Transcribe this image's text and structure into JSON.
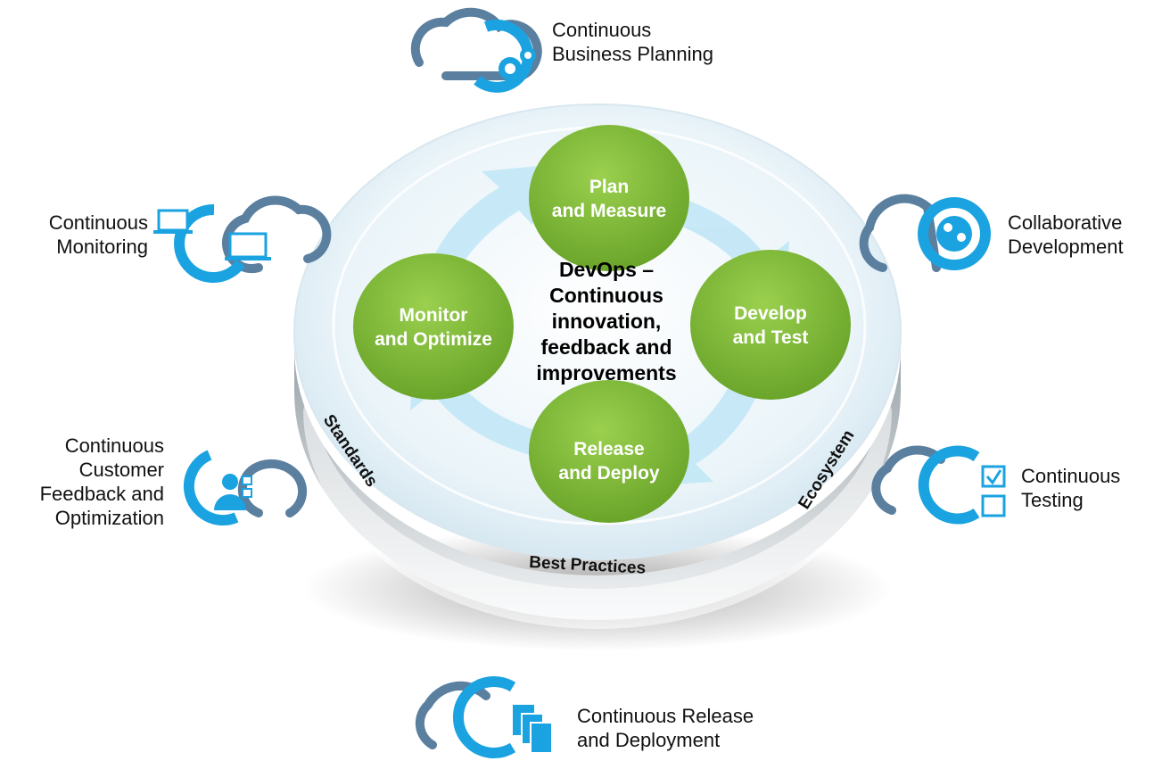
{
  "center": {
    "lines": [
      "DevOps –",
      "Continuous",
      "innovation,",
      "feedback and",
      "improvements"
    ]
  },
  "phases": {
    "plan": [
      "Plan",
      "and Measure"
    ],
    "develop": [
      "Develop",
      "and Test"
    ],
    "release": [
      "Release",
      "and Deploy"
    ],
    "monitor": [
      "Monitor",
      "and Optimize"
    ]
  },
  "rim": {
    "left": "Standards",
    "bottom": "Best Practices",
    "right": "Ecosystem"
  },
  "practices": {
    "planning": [
      "Continuous",
      "Business Planning"
    ],
    "collaborative": [
      "Collaborative",
      "Development"
    ],
    "testing": [
      "Continuous",
      "Testing"
    ],
    "release": [
      "Continuous Release",
      "and Deployment"
    ],
    "monitoring": [
      "Continuous",
      "Monitoring"
    ],
    "feedback": [
      "Continuous",
      "Customer",
      "Feedback and",
      "Optimization"
    ]
  },
  "colors": {
    "cloud_gray": "#5b7f9f",
    "cycle_blue": "#1aa3e0",
    "phase_green": "#7fb63a",
    "disc": "#e4f1f8"
  }
}
